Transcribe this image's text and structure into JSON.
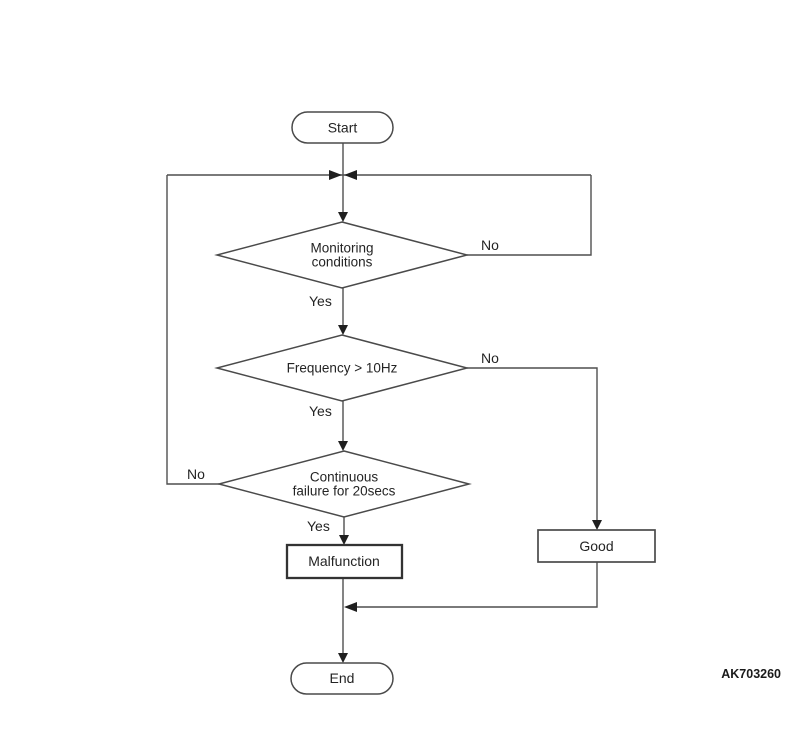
{
  "diagram": {
    "figure_id": "AK703260",
    "nodes": {
      "start": {
        "type": "terminator",
        "label": "Start"
      },
      "monitoring": {
        "type": "decision",
        "label_line1": "Monitoring",
        "label_line2": "conditions"
      },
      "frequency": {
        "type": "decision",
        "label": "Frequency > 10Hz"
      },
      "continuous": {
        "type": "decision",
        "label_line1": "Continuous",
        "label_line2": "failure for 20secs"
      },
      "malfunction": {
        "type": "process",
        "label": "Malfunction"
      },
      "good": {
        "type": "process",
        "label": "Good"
      },
      "end": {
        "type": "terminator",
        "label": "End"
      }
    },
    "edge_labels": {
      "monitoring_no": "No",
      "monitoring_yes": "Yes",
      "frequency_no": "No",
      "frequency_yes": "Yes",
      "continuous_no": "No",
      "continuous_yes": "Yes"
    },
    "colors": {
      "background": "#ffffff",
      "line": "#4f4f4f",
      "shape_border": "#4a4a4a",
      "text": "#242424",
      "arrowhead": "#1f1f1f"
    }
  }
}
